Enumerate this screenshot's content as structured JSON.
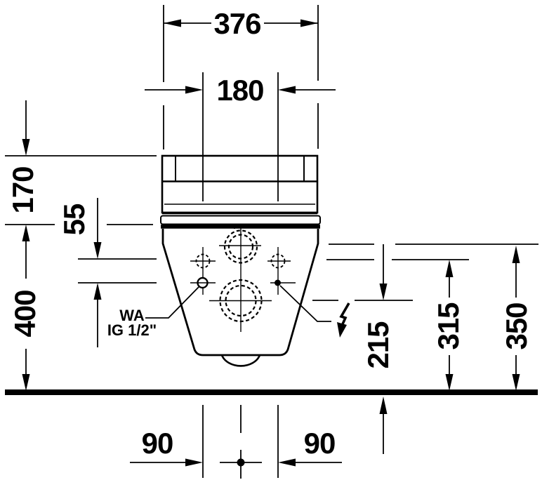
{
  "colors": {
    "line": "#000000",
    "background": "#ffffff"
  },
  "dimensions": {
    "overall_width": "376",
    "top_connection_spacing": "180",
    "tank_section_height": "170",
    "hole_to_connection_offset": "55",
    "body_top_height": "400",
    "outlet_center_height": "215",
    "fixing_hole_height": "315",
    "inlet_center_height": "350",
    "bottom_left_spacing": "90",
    "bottom_right_spacing": "90"
  },
  "labels": {
    "water_connection_line1": "WA",
    "water_connection_line2": "IG 1/2\""
  },
  "icons": {
    "electrical_connection": "lightning-bolt-icon"
  }
}
